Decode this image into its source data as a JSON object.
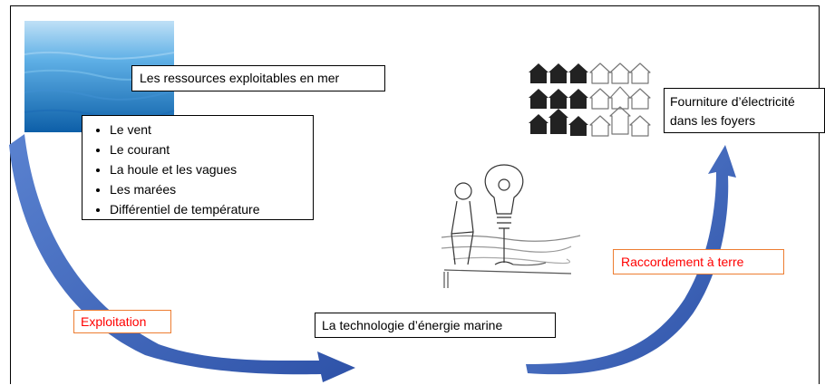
{
  "resources_title": "Les ressources exploitables en mer",
  "resources": [
    "Le vent",
    "Le courant",
    "La houle et les vagues",
    "Les marées",
    "Différentiel de température"
  ],
  "exploitation_label": "Exploitation",
  "technology_label": "La technologie d’énergie marine",
  "grid_label": "Raccordement à terre",
  "supply_label": "Fourniture d’électricité dans les foyers",
  "colors": {
    "arrow": "#3a62b8",
    "label_text": "#ff0000",
    "label_border": "#ed7d31"
  },
  "icons": [
    "sea-image",
    "houses-icon-grid",
    "man-and-lightbulb-cartoon"
  ]
}
